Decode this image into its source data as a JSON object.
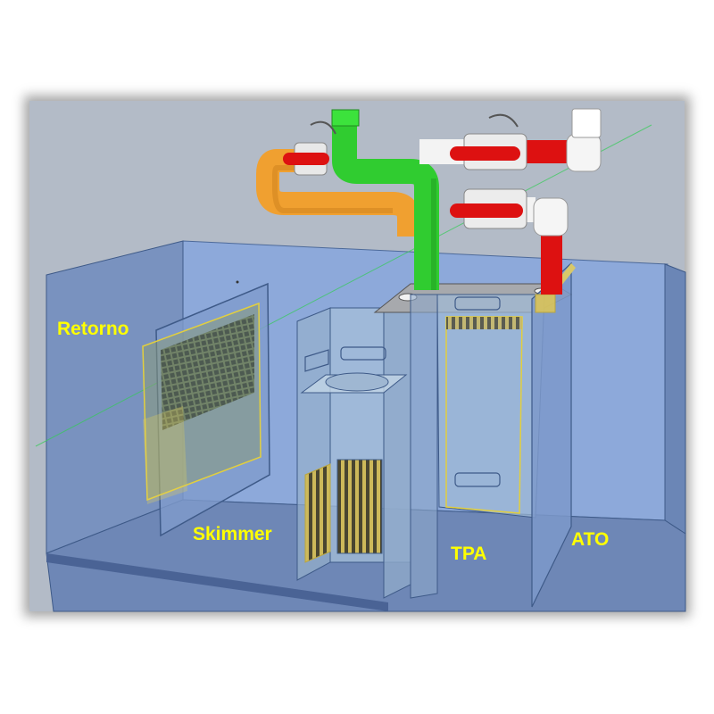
{
  "labels": {
    "retorno": "Retorno",
    "skimmer": "Skimmer",
    "tpa": "TPA",
    "ato": "ATO"
  },
  "colors": {
    "label": "#ffff00",
    "background": "#b2bac7",
    "tank_wall": "#8aa7d8",
    "glass_dark": "#5f79a8",
    "pipe_green": "#2ecc2e",
    "pipe_orange": "#f0a030",
    "pipe_red": "#dd1111",
    "pipe_white": "#f2f2f2",
    "mesh_yellow": "#e6d25a"
  }
}
